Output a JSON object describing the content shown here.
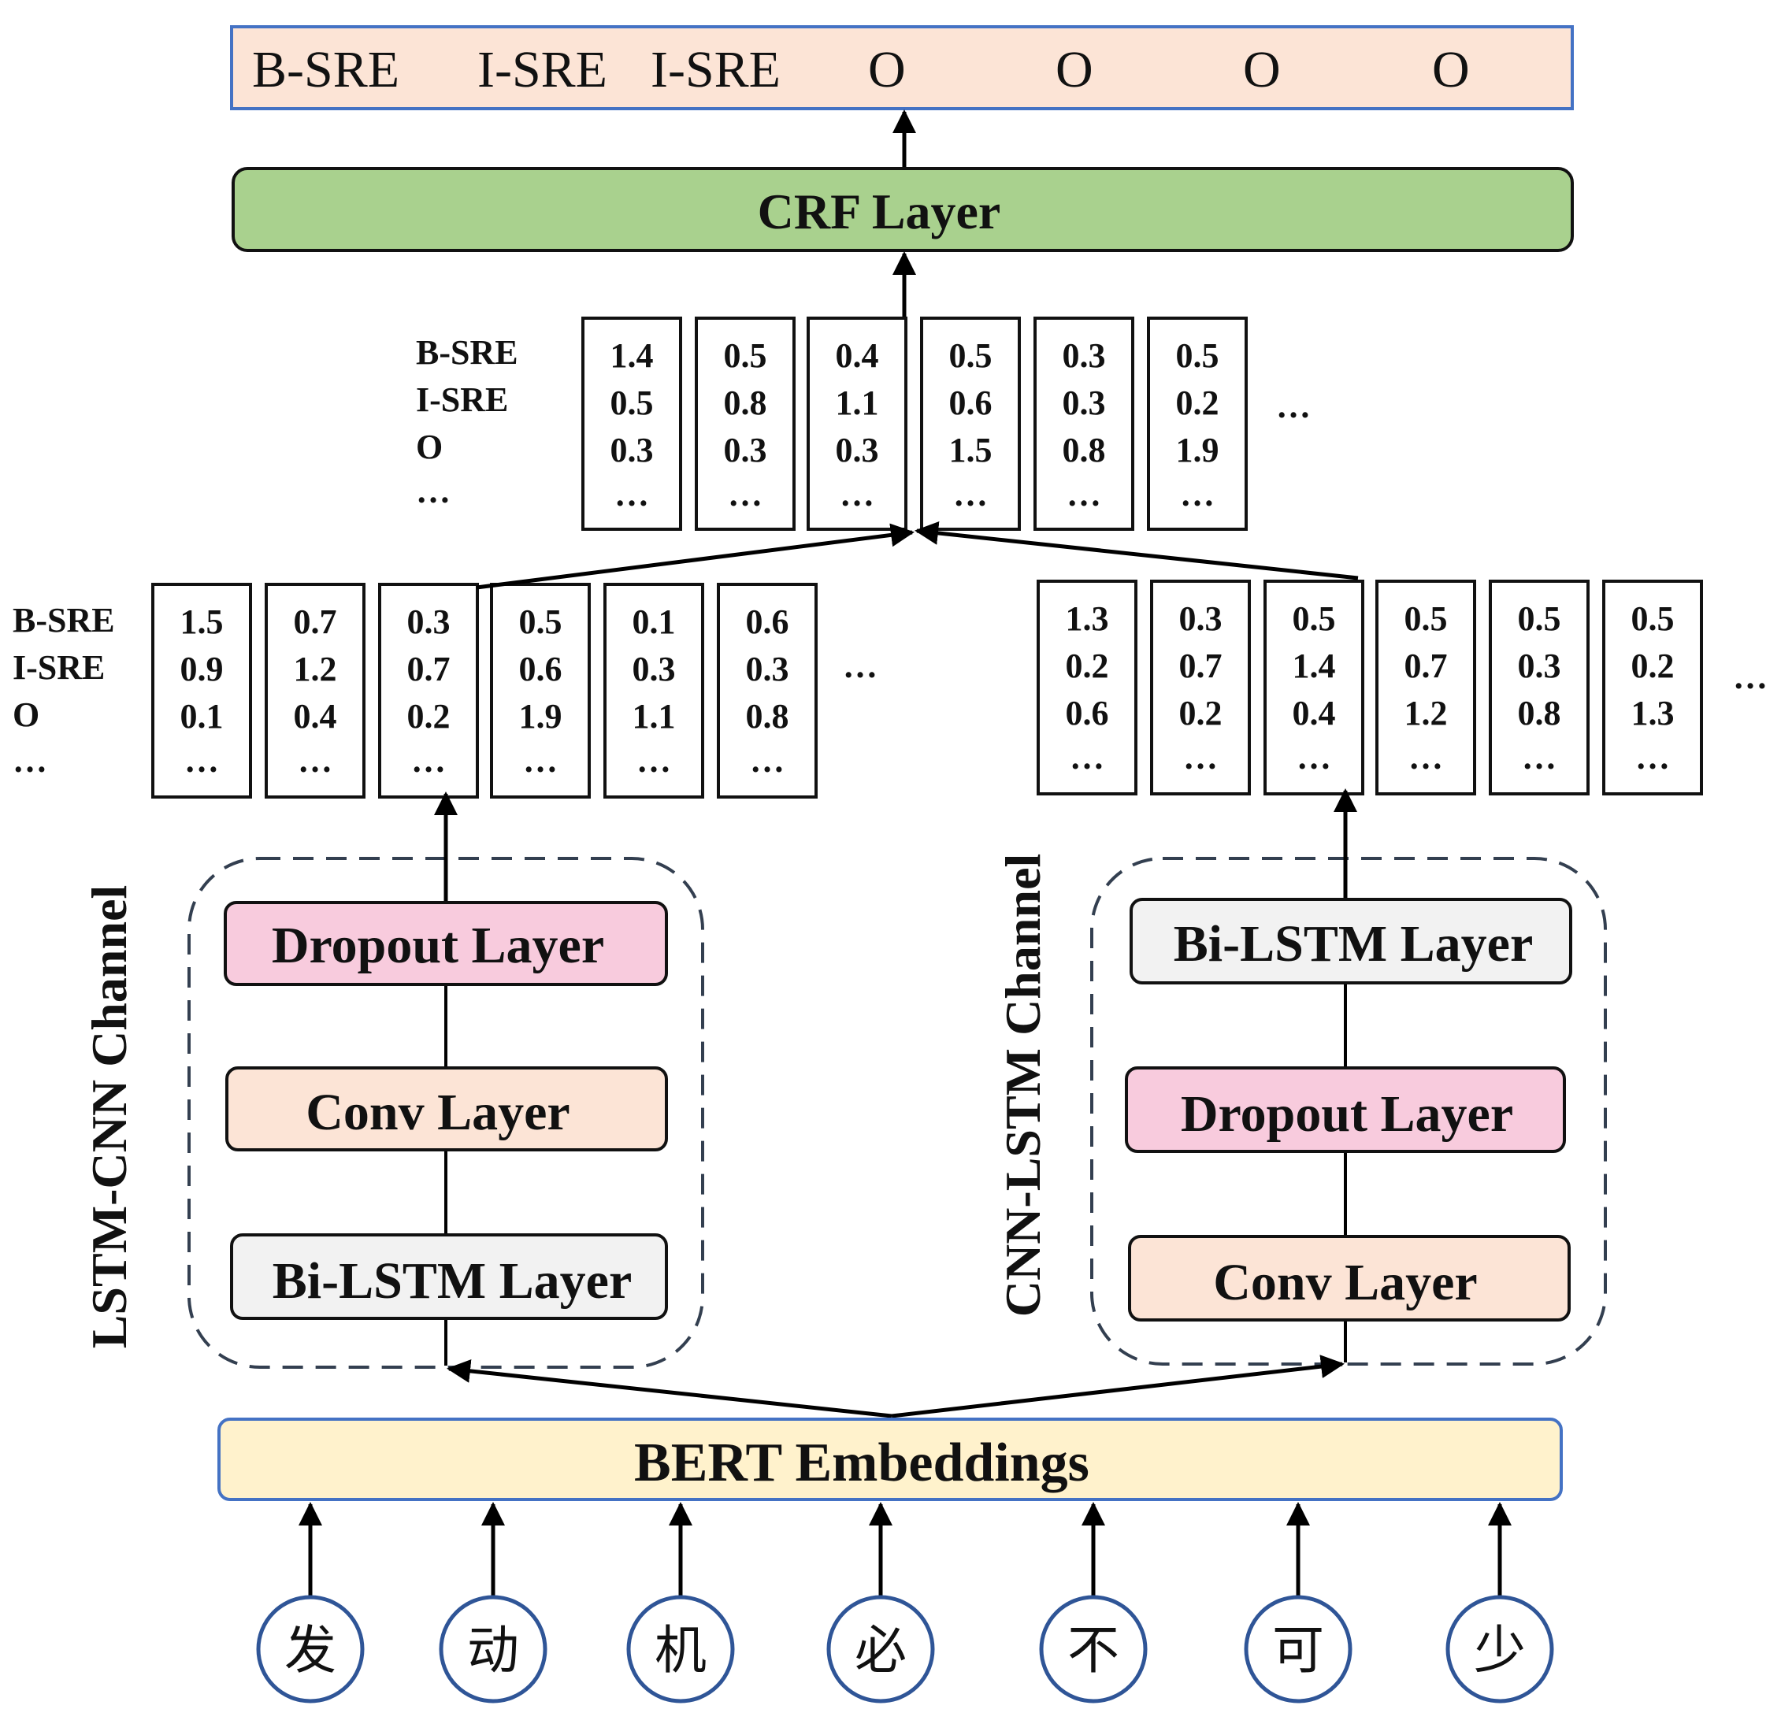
{
  "output_tags": [
    "B-SRE",
    "I-SRE",
    "I-SRE",
    "O",
    "O",
    "O",
    "O"
  ],
  "crf_layer": "CRF Layer",
  "row_labels": [
    "B-SRE",
    "I-SRE",
    "O",
    "…"
  ],
  "cells_top": [
    [
      "1.4",
      "0.5",
      "0.3",
      "…"
    ],
    [
      "0.5",
      "0.8",
      "0.3",
      "…"
    ],
    [
      "0.4",
      "1.1",
      "0.3",
      "…"
    ],
    [
      "0.5",
      "0.6",
      "1.5",
      "…"
    ],
    [
      "0.3",
      "0.3",
      "0.8",
      "…"
    ],
    [
      "0.5",
      "0.2",
      "1.9",
      "…"
    ]
  ],
  "cells_left": [
    [
      "1.5",
      "0.9",
      "0.1",
      "…"
    ],
    [
      "0.7",
      "1.2",
      "0.4",
      "…"
    ],
    [
      "0.3",
      "0.7",
      "0.2",
      "…"
    ],
    [
      "0.5",
      "0.6",
      "1.9",
      "…"
    ],
    [
      "0.1",
      "0.3",
      "1.1",
      "…"
    ],
    [
      "0.6",
      "0.3",
      "0.8",
      "…"
    ]
  ],
  "cells_right": [
    [
      "1.3",
      "0.2",
      "0.6",
      "…"
    ],
    [
      "0.3",
      "0.7",
      "0.2",
      "…"
    ],
    [
      "0.5",
      "1.4",
      "0.4",
      "…"
    ],
    [
      "0.5",
      "0.7",
      "1.2",
      "…"
    ],
    [
      "0.5",
      "0.3",
      "0.8",
      "…"
    ],
    [
      "0.5",
      "0.2",
      "1.3",
      "…"
    ]
  ],
  "ellipsis": "…",
  "left_channel": {
    "label": "LSTM-CNN Channel",
    "layers": [
      "Dropout Layer",
      "Conv Layer",
      "Bi-LSTM Layer"
    ]
  },
  "right_channel": {
    "label": "CNN-LSTM Channel",
    "layers": [
      "Bi-LSTM Layer",
      "Dropout Layer",
      "Conv Layer"
    ]
  },
  "bert": "BERT Embeddings",
  "tokens": [
    "发",
    "动",
    "机",
    "必",
    "不",
    "可",
    "少"
  ],
  "colors": {
    "output_fill": "#fce4d6",
    "output_stroke": "#4472c4",
    "crf_fill": "#a9d18e",
    "dropout_fill": "#f8cbdd",
    "conv_fill": "#fce4d6",
    "bilstm_fill": "#f2f2f2",
    "bert_fill": "#fff2cc",
    "bert_stroke": "#4472c4",
    "token_stroke": "#2f5597",
    "dash_stroke": "#333f50"
  }
}
